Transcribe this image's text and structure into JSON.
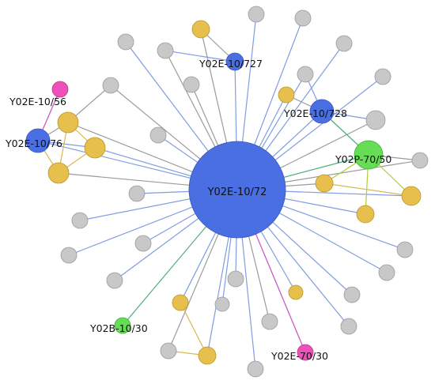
{
  "colors": {
    "blue": "#4a6fe3",
    "gray": "#c8c8c8",
    "gold": "#e6bf4c",
    "green": "#66dd55",
    "pink": "#ee4fb8",
    "edge_blue": "#7f9de0",
    "edge_gray": "#9b9b9b",
    "edge_gold": "#d9b94f",
    "edge_green": "#4caf7a",
    "edge_lime": "#a8cf3a",
    "edge_pink": "#c84fc0"
  },
  "labels": {
    "hub": "Y02E-10/72",
    "n727": "Y02E-10/727",
    "n728": "Y02E-10/728",
    "n56": "Y02E-10/56",
    "n76": "Y02E-10/76",
    "n7050": "Y02P-70/50",
    "n1030": "Y02B-10/30",
    "n7030": "Y02E-70/30"
  }
}
